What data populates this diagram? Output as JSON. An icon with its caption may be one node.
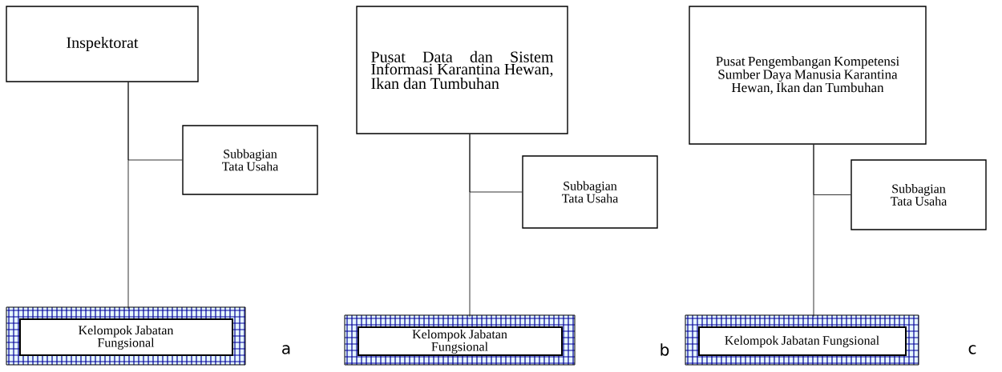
{
  "diagram": {
    "nodes": [
      {
        "text": [
          "Inspektorat"
        ]
      },
      {
        "text": [
          "Subbagian Tata Usaha"
        ]
      },
      {
        "text": [
          "Kelompok Jabatan Fungsional"
        ]
      },
      {
        "text": [
          "Pusat Data dan Sistem Informasi Karantina Hewan, Ikan dan Tumbuhan"
        ]
      },
      {
        "text": [
          "Subbagian Tata Usaha"
        ]
      },
      {
        "text": [
          "Kelompok Jabatan Fungsional"
        ]
      },
      {
        "text": [
          "Pusat Pengembangan Kompetensi Sumber Daya Manusia Karantina Hewan, Ikan dan Tumbuhan"
        ]
      },
      {
        "text": [
          "Subbagian Tata Usaha"
        ]
      },
      {
        "text": [
          "Kelompok Jabatan Fungsional"
        ]
      }
    ],
    "edges": [
      {
        "from": 0,
        "to": 2,
        "arrow": "none"
      },
      {
        "from": 0,
        "to": 1,
        "arrow": "none"
      },
      {
        "from": 3,
        "to": 5,
        "arrow": "none"
      },
      {
        "from": 3,
        "to": 4,
        "arrow": "none"
      },
      {
        "from": 6,
        "to": 8,
        "arrow": "none"
      },
      {
        "from": 6,
        "to": 7,
        "arrow": "none"
      }
    ],
    "labels": [
      "a",
      "b",
      "c"
    ]
  }
}
